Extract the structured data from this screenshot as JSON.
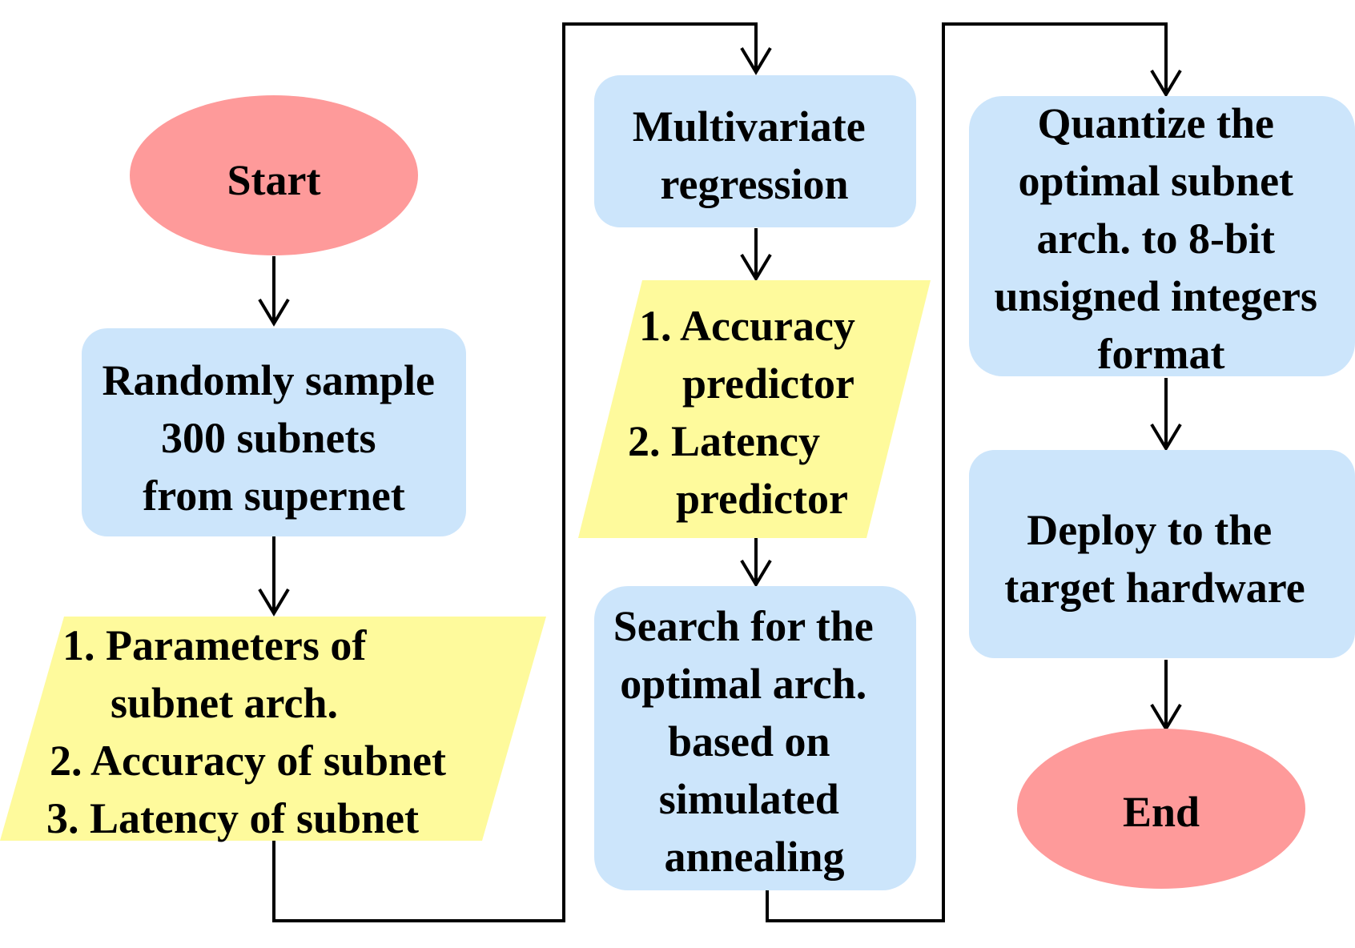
{
  "colors": {
    "terminal_fill": "#fe9a9a",
    "process_fill": "#cce5fb",
    "data_fill": "#fefa9c",
    "line": "#000000"
  },
  "nodes": {
    "start": {
      "lines": [
        "Start"
      ]
    },
    "sample": {
      "lines": [
        "Randomly sample",
        "300 subnets",
        "from supernet"
      ]
    },
    "dataset": {
      "lines": [
        "1. Parameters of",
        "subnet arch.",
        "2. Accuracy of subnet",
        "3. Latency of subnet"
      ]
    },
    "regression": {
      "lines": [
        "Multivariate",
        "regression"
      ]
    },
    "predictors": {
      "lines": [
        "1. Accuracy",
        "predictor",
        "2. Latency",
        "predictor"
      ]
    },
    "search": {
      "lines": [
        "Search for the",
        "optimal arch.",
        "based on",
        "simulated",
        "annealing"
      ]
    },
    "quantize": {
      "lines": [
        "Quantize the",
        "optimal subnet",
        "arch. to 8-bit",
        "unsigned integers",
        "format"
      ]
    },
    "deploy": {
      "lines": [
        "Deploy to the",
        "target hardware"
      ]
    },
    "end": {
      "lines": [
        "End"
      ]
    }
  }
}
